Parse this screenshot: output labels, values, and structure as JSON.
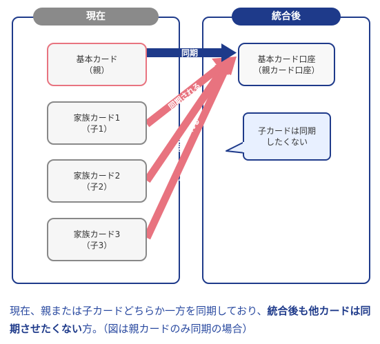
{
  "left_panel": {
    "title": "現在",
    "pill_color": "#8a8a8a"
  },
  "right_panel": {
    "title": "統合後",
    "pill_color": "#1e3a8a"
  },
  "cards": [
    {
      "line1": "基本カード",
      "line2": "（親）"
    },
    {
      "line1": "家族カード1",
      "line2": "（子1）"
    },
    {
      "line1": "家族カード2",
      "line2": "（子2）"
    },
    {
      "line1": "家族カード3",
      "line2": "（子3）"
    }
  ],
  "target": {
    "line1": "基本カード口座",
    "line2": "（親カード口座）"
  },
  "bubble": {
    "line1": "子カードは同期",
    "line2": "したくない"
  },
  "arrows": {
    "sync_label": "同期",
    "synced_label": "同期される"
  },
  "caption": {
    "part1": "現在、親または子カードどちらか一方を同期しており、",
    "bold1": "統合後も他カードは同期させたくない",
    "part2": "方。（図は親カードのみ同期の場合）"
  },
  "colors": {
    "navy": "#1e3a8a",
    "pink": "#e8737f",
    "grey": "#888888"
  }
}
